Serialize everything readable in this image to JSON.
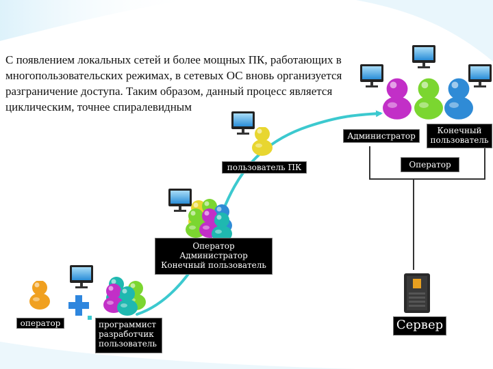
{
  "intro_text": "С появлением локальных сетей и более мощных ПК, работающих в многопользовательских режимах, в сетевых ОС вновь организуется разграничение доступа. Таким образом, данный процесс является циклическим, точнее спиралевидным",
  "labels": {
    "operator_single": "оператор",
    "group_bottom": [
      "программист",
      "разработчик",
      "пользователь"
    ],
    "group_middle": [
      "Оператор",
      "Администратор",
      "Конечный пользователь"
    ],
    "pc_user": "пользователь ПК",
    "admin": "Администратор",
    "end_user": [
      "Конечный",
      "пользователь"
    ],
    "operator_right": "Оператор",
    "server": "Сервер"
  },
  "icons": {
    "plus": "plus-icon",
    "person": "person-icon",
    "monitor": "monitor-icon",
    "server": "server-icon"
  },
  "colors": {
    "curve": "#3cc9cf",
    "label_bg": "#000000",
    "plus": "#2e86de",
    "orange": "#f0a020",
    "yellow": "#e8d630",
    "magenta": "#c22fc7",
    "green": "#7bd630",
    "blue": "#2f8bd6",
    "teal": "#1fb8b0",
    "line": "#333333"
  }
}
